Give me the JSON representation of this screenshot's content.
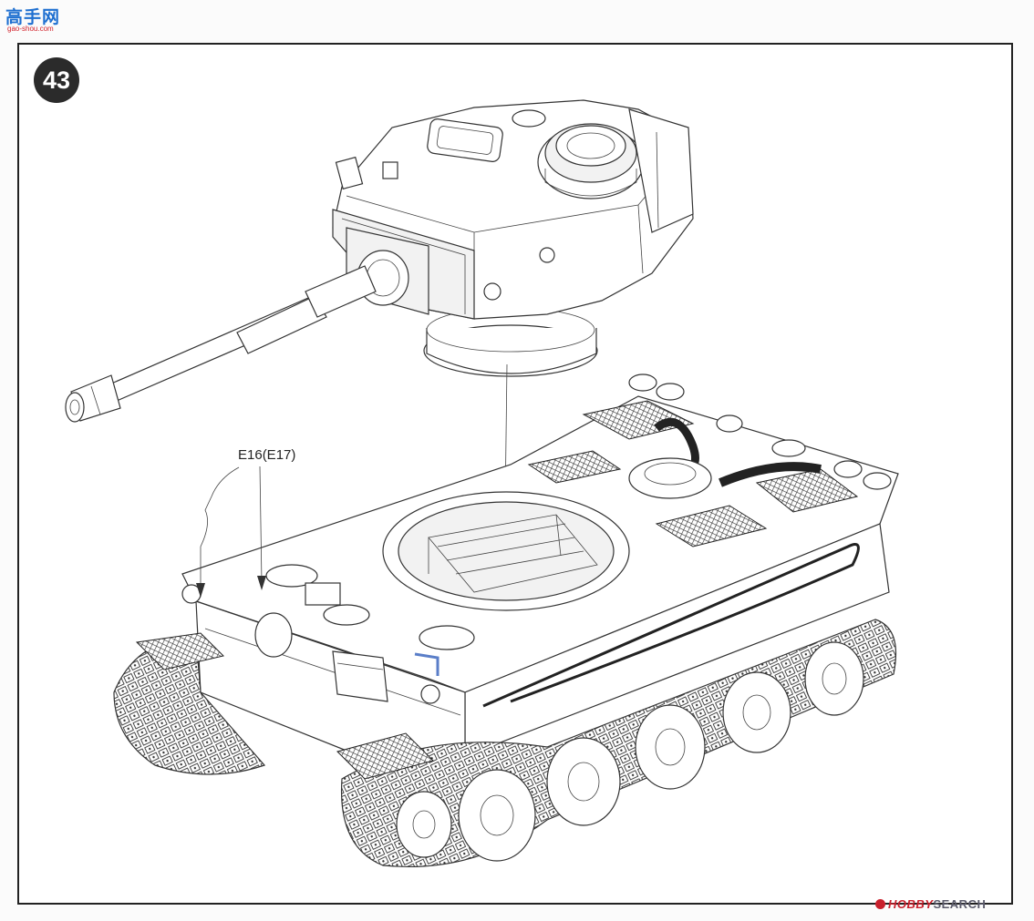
{
  "header": {
    "logo_cn": "高手网",
    "logo_url": "gao-shou.com"
  },
  "step": {
    "number": "43"
  },
  "callouts": [
    {
      "label": "E16(E17)"
    }
  ],
  "watermark": {
    "brand_a": "HOBBY",
    "brand_b": "SEARCH"
  },
  "colors": {
    "line": "#333333",
    "badge": "#2b2b2b",
    "logo_blue": "#1e6fd0",
    "logo_red": "#d2202a",
    "watermark_red": "#c8202c"
  }
}
